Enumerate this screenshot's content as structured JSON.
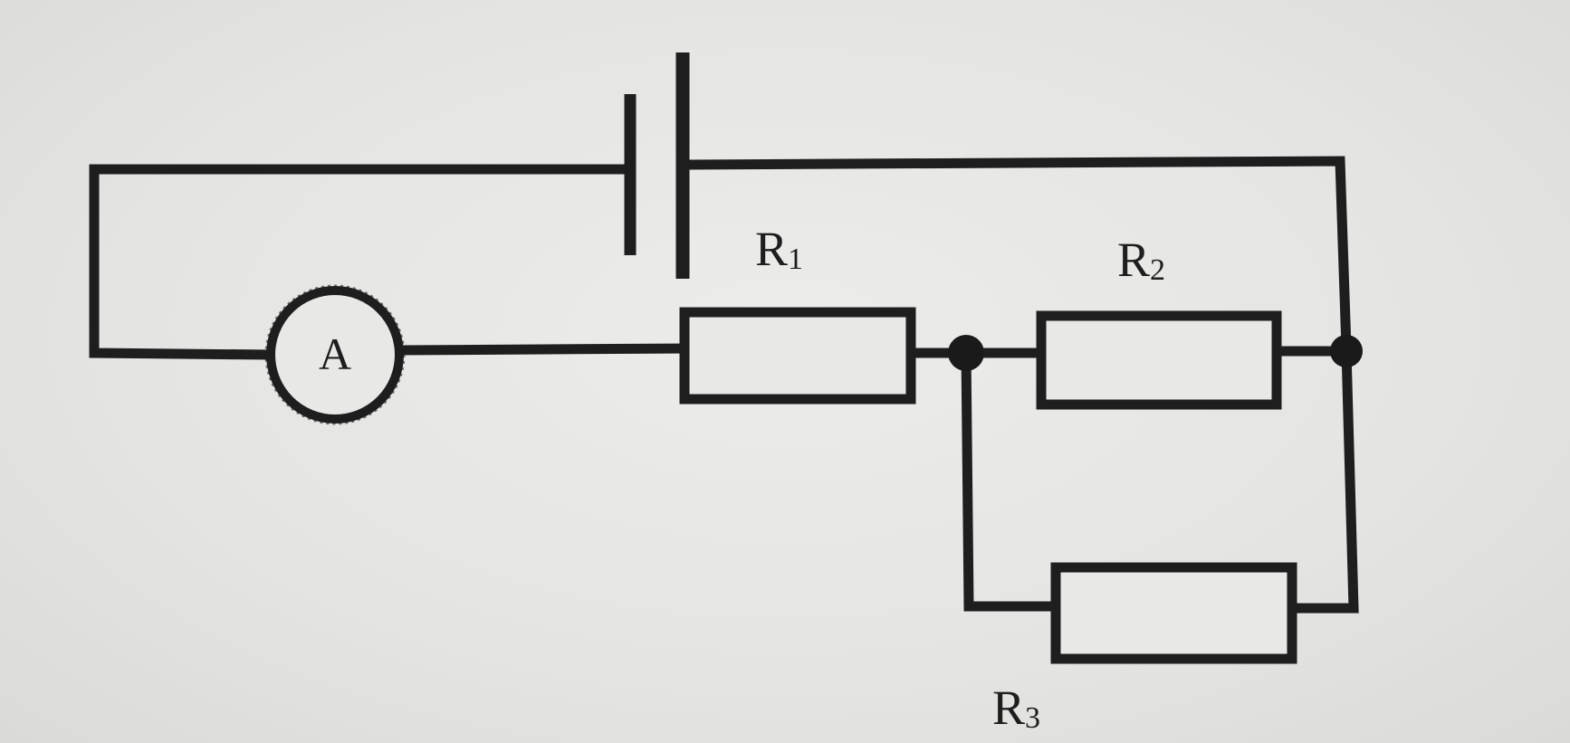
{
  "diagram": {
    "ammeter": {
      "label": "A"
    },
    "resistors": [
      {
        "id": "r1",
        "letter": "R",
        "subscript": "1"
      },
      {
        "id": "r2",
        "letter": "R",
        "subscript": "2"
      },
      {
        "id": "r3",
        "letter": "R",
        "subscript": "3"
      }
    ]
  },
  "colors": {
    "line": "#1e1e1e",
    "paper": "#e6e6e4"
  }
}
